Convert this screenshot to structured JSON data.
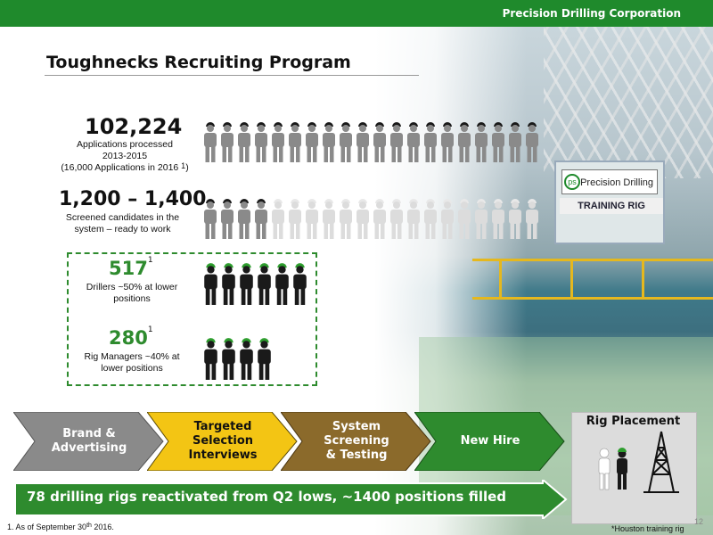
{
  "header": {
    "brand": "Precision Drilling Corporation"
  },
  "title": "Toughnecks Recruiting Program",
  "photo": {
    "sign_text": "Precision Drilling",
    "band_text": "TRAINING RIG"
  },
  "stats": {
    "applications": {
      "number": "102,224",
      "line1": "Applications processed",
      "line2": "2013-2015",
      "line3": "(16,000 Applications in 2016 ",
      "sup": "1",
      "line3_end": ")"
    },
    "screened": {
      "number": "1,200 – 1,400",
      "line1": "Screened candidates in the",
      "line2": "system – ready to work"
    },
    "drillers": {
      "number": "517",
      "sup": "1",
      "line1": "Drillers ~50% at lower",
      "line2": "positions"
    },
    "rig_managers": {
      "number": "280",
      "sup": "1",
      "line1": "Rig Managers ~40% at",
      "line2": "lower positions"
    }
  },
  "process_steps": [
    {
      "line1": "Brand &",
      "line2": "Advertising",
      "line3": ""
    },
    {
      "line1": "Targeted",
      "line2": "Selection",
      "line3": "Interviews"
    },
    {
      "line1": "System",
      "line2": "Screening",
      "line3": "& Testing"
    },
    {
      "line1": "New Hire",
      "line2": "",
      "line3": ""
    }
  ],
  "placement": {
    "title": "Rig Placement"
  },
  "banner": "78 drilling rigs reactivated from Q2 lows, ~1400 positions filled",
  "footnote": {
    "text": "1. As of September 30",
    "sup": "th",
    "end": " 2016."
  },
  "photo_credit": "*Houston training rig",
  "page_number": "12",
  "colors": {
    "brand_green": "#1f8a2c",
    "stat_green": "#2e8b2e",
    "gray_step": "#8a8a8a",
    "yellow_step": "#f3c514",
    "brown_step": "#8b6a2b"
  },
  "icons": {
    "person": "person-icon",
    "derrick": "derrick-icon"
  }
}
